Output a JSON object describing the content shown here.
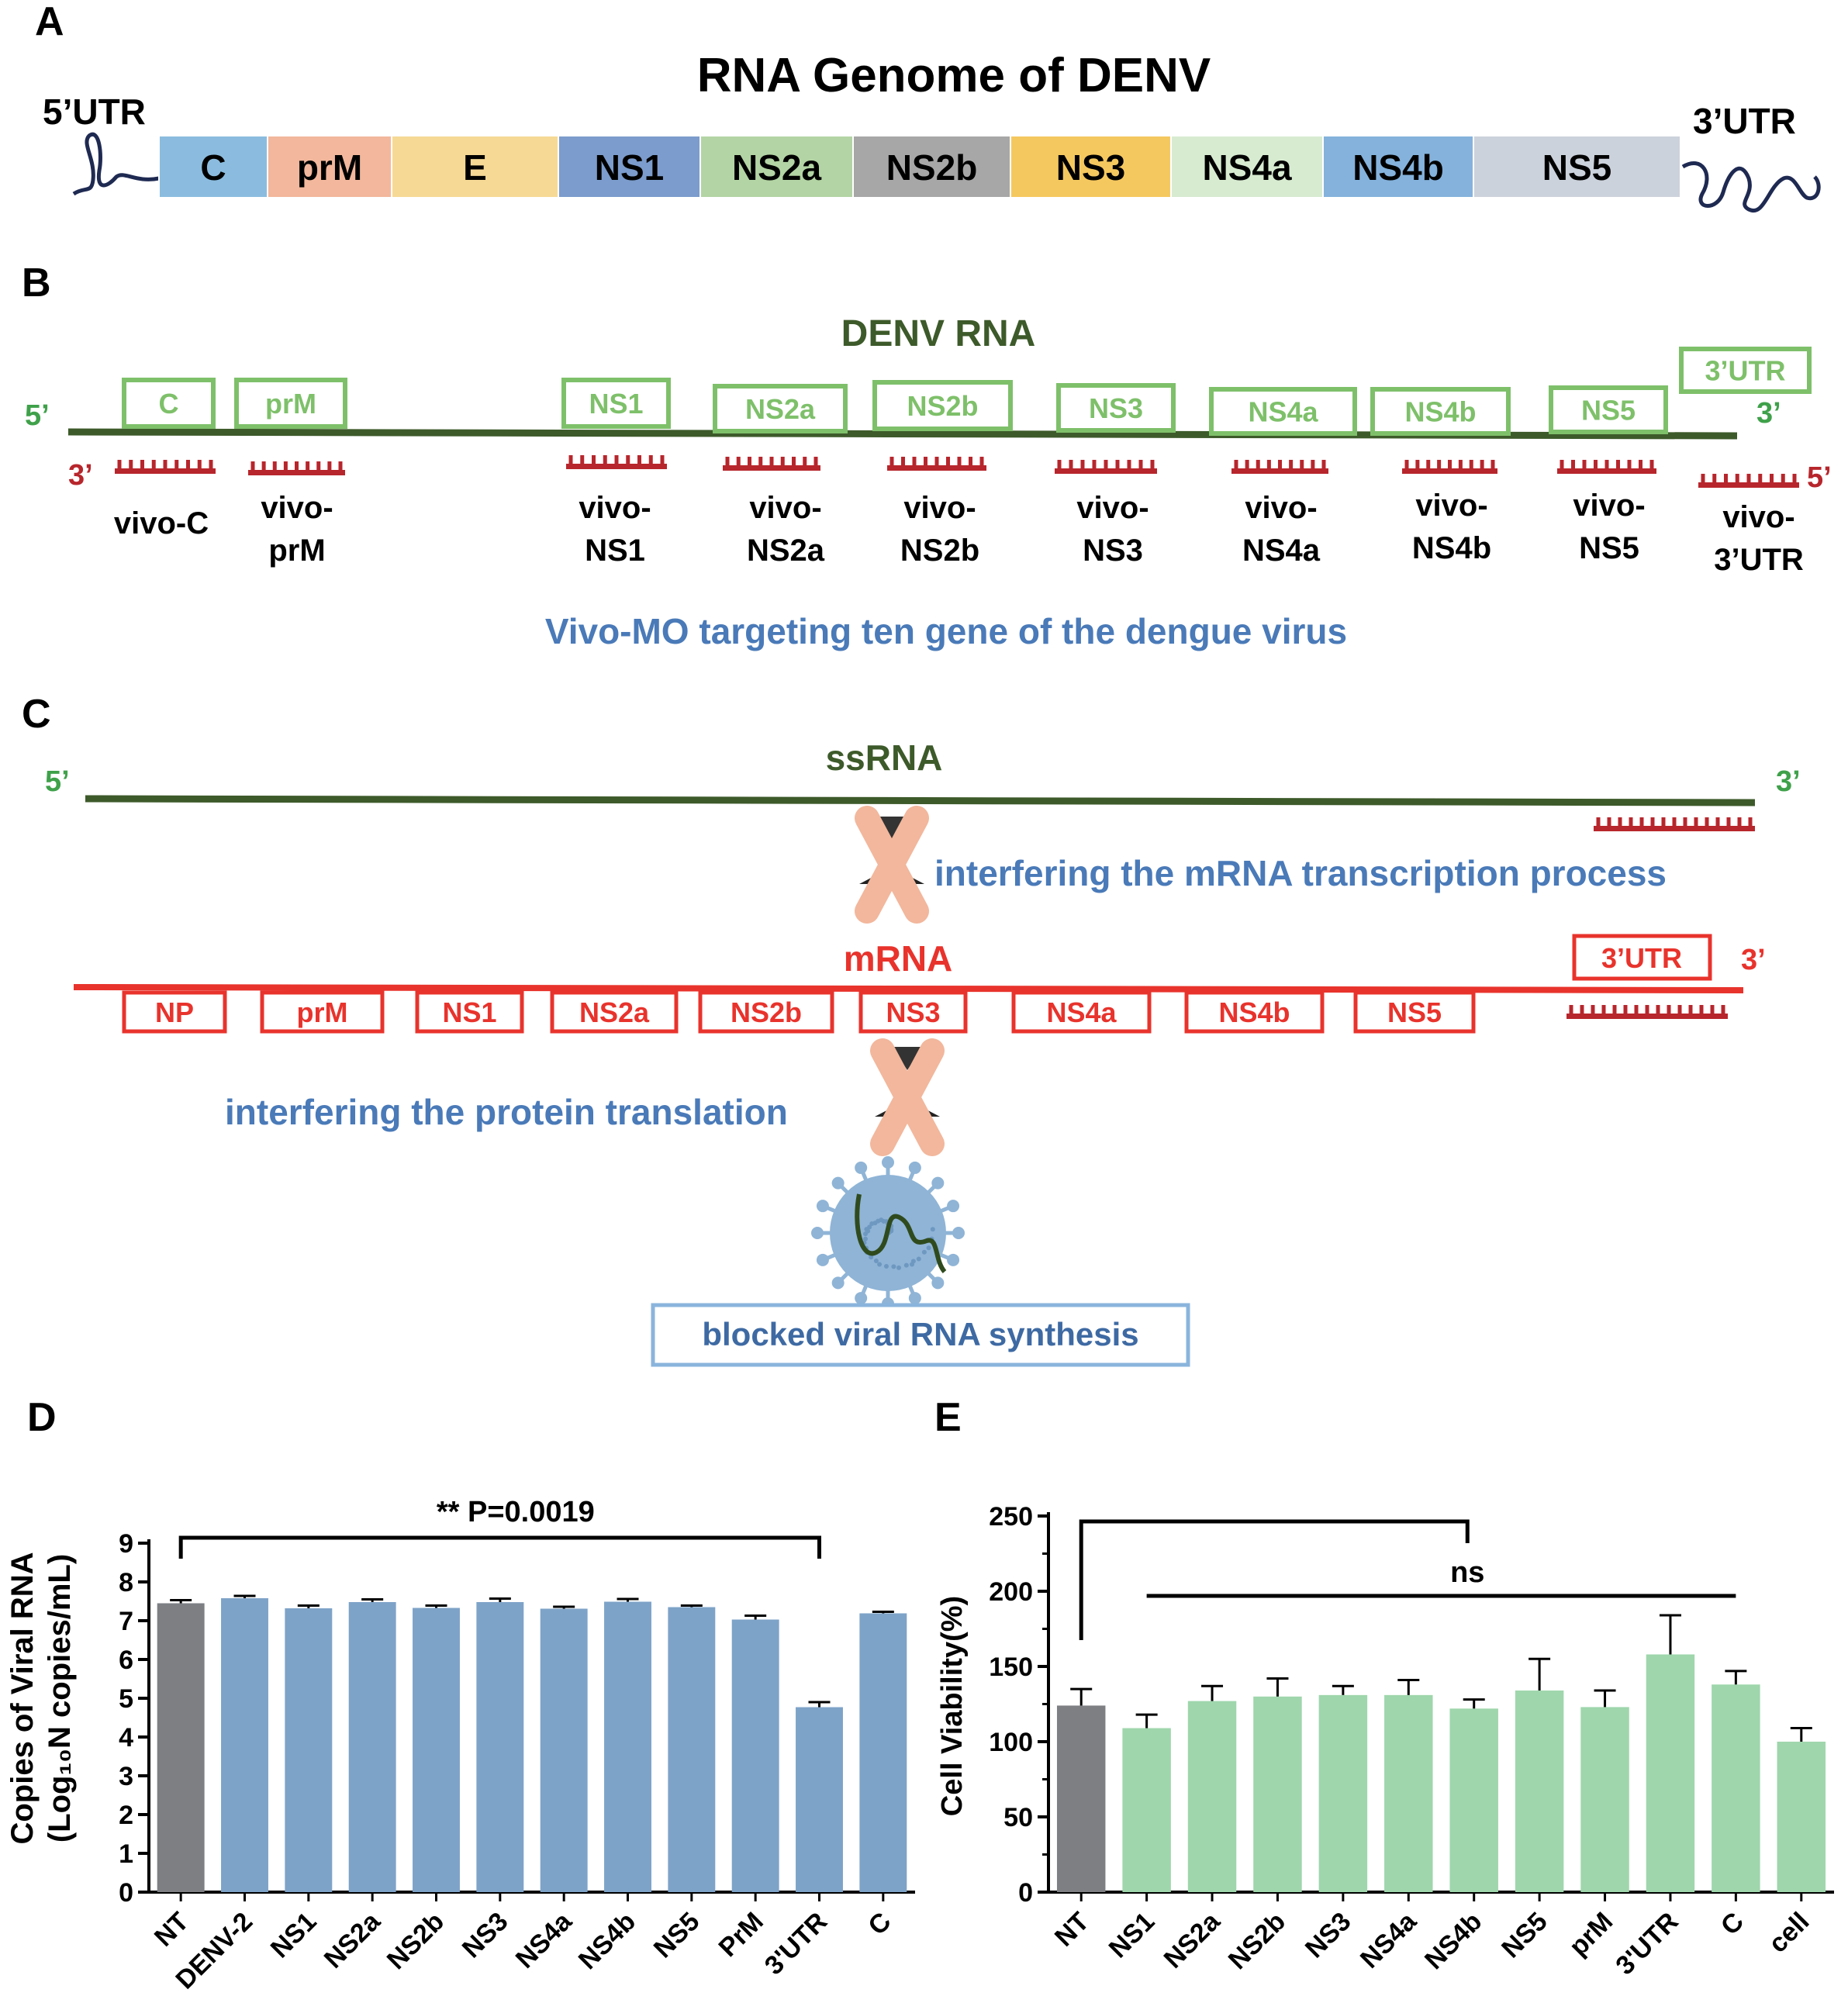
{
  "colors": {
    "dark_green": "#3d5a2a",
    "light_green": "#7ec06a",
    "dark_red": "#b7262c",
    "bright_red": "#e8332c",
    "blue_text": "#4a7ab8",
    "light_blue_box": "#8ab4dc",
    "cross": "#f2b79c",
    "virus": "#8fb4d6",
    "bar_gray": "#7d7f83",
    "bar_blue": "#7ea3c8",
    "bar_green": "#9fd6ac"
  },
  "panelA": {
    "label": "A",
    "title": "RNA Genome of DENV",
    "utr5": "5’UTR",
    "utr3": "3’UTR",
    "segments": [
      {
        "name": "C",
        "color": "#8bbcdf"
      },
      {
        "name": "prM",
        "color": "#f2b79c"
      },
      {
        "name": "E",
        "color": "#f6d995"
      },
      {
        "name": "NS1",
        "color": "#7b9ccc"
      },
      {
        "name": "NS2a",
        "color": "#b3d4a4"
      },
      {
        "name": "NS2b",
        "color": "#a7a7a7"
      },
      {
        "name": "NS3",
        "color": "#f5c85f"
      },
      {
        "name": "NS4a",
        "color": "#d7ebd1"
      },
      {
        "name": "NS4b",
        "color": "#84b2dc"
      },
      {
        "name": "NS5",
        "color": "#ccd2db"
      }
    ]
  },
  "panelB": {
    "label": "B",
    "title": "DENV RNA",
    "end5": "5’",
    "end3": "3’",
    "anti3": "3’",
    "anti5": "5’",
    "genes": [
      "C",
      "prM",
      "NS1",
      "NS2a",
      "NS2b",
      "NS3",
      "NS4a",
      "NS4b",
      "NS5",
      "3’UTR"
    ],
    "vivo": [
      [
        "vivo-C"
      ],
      [
        "vivo-",
        "prM"
      ],
      [
        "vivo-",
        "NS1"
      ],
      [
        "vivo-",
        "NS2a"
      ],
      [
        "vivo-",
        "NS2b"
      ],
      [
        "vivo-",
        "NS3"
      ],
      [
        "vivo-",
        "NS4a"
      ],
      [
        "vivo-",
        "NS4b"
      ],
      [
        "vivo-",
        "NS5"
      ],
      [
        "vivo-",
        "3’UTR"
      ]
    ],
    "caption": "Vivo-MO targeting ten gene of the dengue virus"
  },
  "panelC": {
    "label": "C",
    "ssrna": "ssRNA",
    "end5": "5’",
    "end3": "3’",
    "interfere1": "interfering the mRNA transcription process",
    "mrna": "mRNA",
    "mrna3": "3’",
    "utr_box": "3’UTR",
    "genes": [
      "NP",
      "prM",
      "NS1",
      "NS2a",
      "NS2b",
      "NS3",
      "NS4a",
      "NS4b",
      "NS5"
    ],
    "interfere2": "interfering the protein translation",
    "blocked": "blocked viral RNA synthesis"
  },
  "panelD": {
    "label": "D",
    "sig_text": "** P=0.0019"
  },
  "panelE": {
    "label": "E",
    "sig_text": "ns"
  },
  "chart_data": [
    {
      "type": "bar",
      "panel": "D",
      "categories": [
        "NT",
        "DENV-2",
        "NS1",
        "NS2a",
        "NS2b",
        "NS3",
        "NS4a",
        "NS4b",
        "NS5",
        "PrM",
        "3'UTR",
        "C"
      ],
      "values": [
        7.45,
        7.58,
        7.32,
        7.48,
        7.33,
        7.48,
        7.31,
        7.49,
        7.35,
        7.03,
        4.77,
        7.19
      ],
      "errors": [
        0.08,
        0.06,
        0.07,
        0.07,
        0.06,
        0.09,
        0.05,
        0.07,
        0.04,
        0.1,
        0.13,
        0.04
      ],
      "bar_colors": [
        "#7d7f83",
        "#7ea3c8",
        "#7ea3c8",
        "#7ea3c8",
        "#7ea3c8",
        "#7ea3c8",
        "#7ea3c8",
        "#7ea3c8",
        "#7ea3c8",
        "#7ea3c8",
        "#7ea3c8",
        "#7ea3c8"
      ],
      "ylabel_line1": "Copies of Viral RNA",
      "ylabel_line2": "(Log₁₀N copies/mL)",
      "ylim": [
        0,
        9
      ],
      "yticks": [
        "0",
        "1",
        "2",
        "3",
        "4",
        "5",
        "6",
        "7",
        "8",
        "9"
      ],
      "grid": false
    },
    {
      "type": "bar",
      "panel": "E",
      "categories": [
        "NT",
        "NS1",
        "NS2a",
        "NS2b",
        "NS3",
        "NS4a",
        "NS4b",
        "NS5",
        "prM",
        "3'UTR",
        "C",
        "cell"
      ],
      "values": [
        124,
        109,
        127,
        130,
        131,
        131,
        122,
        134,
        123,
        158,
        138,
        100
      ],
      "errors": [
        11,
        9,
        10,
        12,
        6,
        10,
        6,
        21,
        11,
        26,
        9,
        9
      ],
      "bar_colors": [
        "#7d7f83",
        "#9fd6ac",
        "#9fd6ac",
        "#9fd6ac",
        "#9fd6ac",
        "#9fd6ac",
        "#9fd6ac",
        "#9fd6ac",
        "#9fd6ac",
        "#9fd6ac",
        "#9fd6ac",
        "#9fd6ac"
      ],
      "ylabel": "Cell Viability(%)",
      "ylim": [
        0,
        250
      ],
      "yticks": [
        "0",
        "50",
        "100",
        "150",
        "200",
        "250"
      ],
      "grid": false
    }
  ]
}
